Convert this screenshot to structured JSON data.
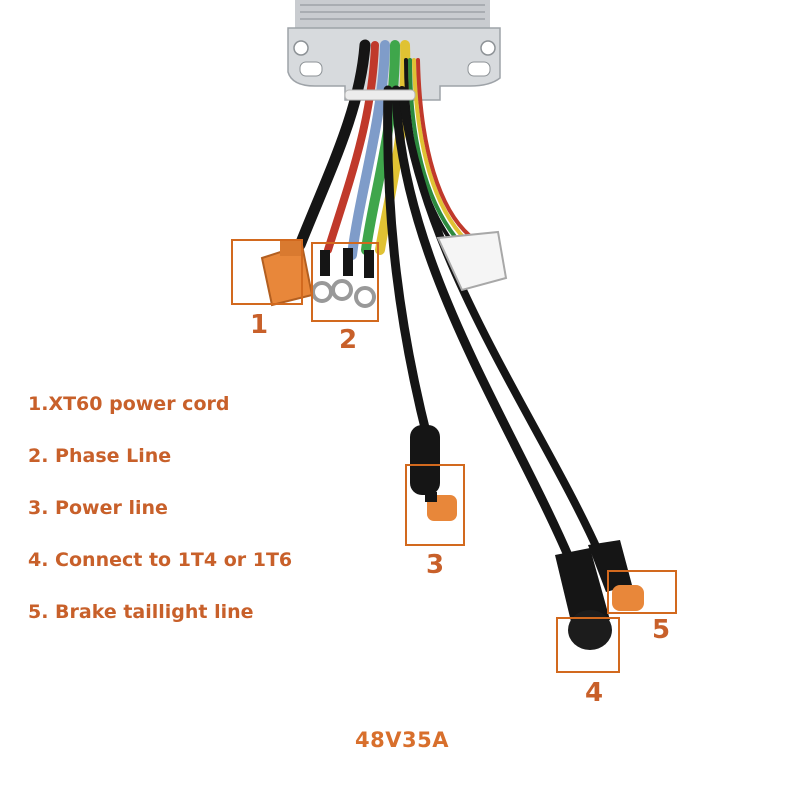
{
  "legend": {
    "item_1": "1.XT60 power cord",
    "item_2": "2. Phase Line",
    "item_3": "3. Power line",
    "item_4": "4. Connect to 1T4 or 1T6",
    "item_5": "5. Brake taillight line"
  },
  "callouts": {
    "n1": "1",
    "n2": "2",
    "n3": "3",
    "n4": "4",
    "n5": "5"
  },
  "model_label": "48V35A",
  "colors": {
    "accent": "#d2691e",
    "label": "#c8602a",
    "connector_orange": "#e8873a",
    "cable_black": "#151515"
  }
}
